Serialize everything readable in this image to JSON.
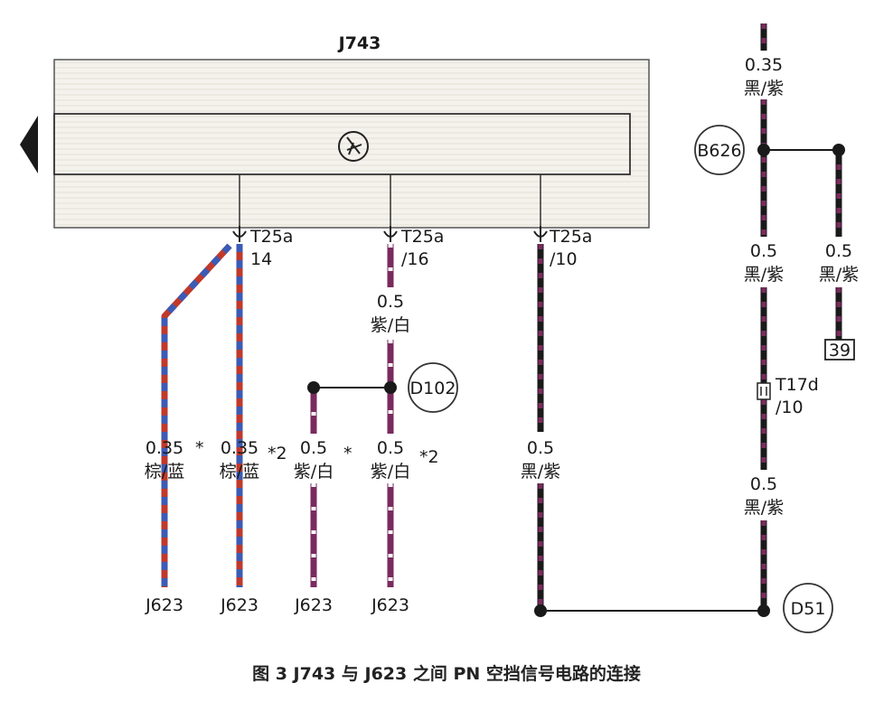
{
  "module": {
    "name": "J743"
  },
  "pins": [
    {
      "id": "pin14",
      "connector": "T25a",
      "pin": "14"
    },
    {
      "id": "pin16",
      "connector": "T25a",
      "pin": "/16"
    },
    {
      "id": "pin10",
      "connector": "T25a",
      "pin": "/10"
    }
  ],
  "wires": {
    "w1": {
      "size": "0.35",
      "color": "棕/蓝",
      "note": "*"
    },
    "w2": {
      "size": "0.35",
      "color": "棕/蓝",
      "note": "*2"
    },
    "w3": {
      "size": "0.5",
      "color": "紫/白",
      "note": "*"
    },
    "w4": {
      "size": "0.5",
      "color": "紫/白",
      "note": "*2"
    },
    "w5": {
      "size": "0.5",
      "color": "黑/紫"
    },
    "top": {
      "size": "0.35",
      "color": "黑/紫"
    },
    "b626_left": {
      "size": "0.5",
      "color": "黑/紫"
    },
    "b626_right": {
      "size": "0.5",
      "color": "黑/紫"
    },
    "lower_right": {
      "size": "0.5",
      "color": "黑/紫"
    },
    "pin16_wire": {
      "size": "0.5",
      "color": "紫/白"
    }
  },
  "connections": {
    "b626": "B626",
    "d102": "D102",
    "d51": "D51",
    "t17d_connector": "T17d",
    "t17d_pin": "/10",
    "ref39": "39"
  },
  "endpoints": [
    "J623",
    "J623",
    "J623",
    "J623"
  ],
  "caption": "图 3   J743 与 J623 之间 PN 空挡信号电路的连接",
  "colors": {
    "brown": "#c0392b",
    "blue": "#3b5bb5",
    "violet": "#7a2a5e",
    "black": "#1a1a1a",
    "white": "#ffffff",
    "module_fill": "#f3f1ea"
  }
}
